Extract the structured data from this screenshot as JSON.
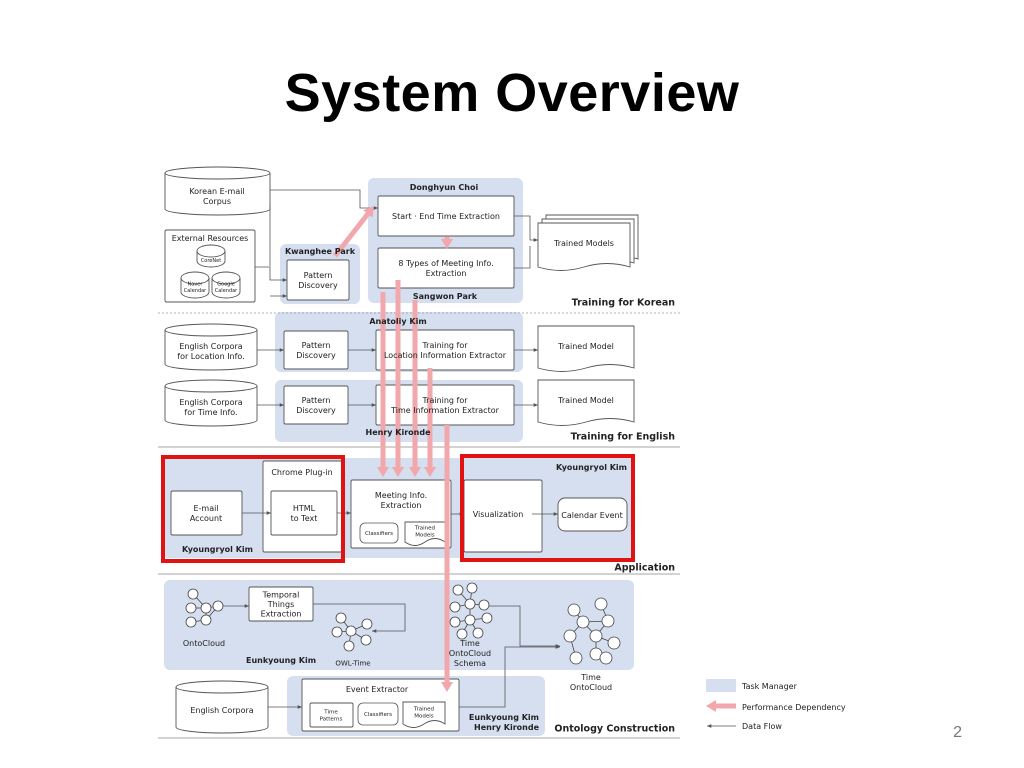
{
  "slide": {
    "title": "System Overview",
    "page_number": "2"
  },
  "colors": {
    "task_manager": "#d5dff0",
    "dependency_arrow": "#f1a7ab",
    "highlight": "#e11212",
    "box_stroke": "#555555",
    "flow_line": "#555555"
  },
  "sections": {
    "korean": "Training for Korean",
    "english": "Training for English",
    "application": "Application",
    "ontology": "Ontology Construction"
  },
  "people": {
    "donghyun": "Donghyun Choi",
    "kwanghee": "Kwanghee Park",
    "sangwon": "Sangwon Park",
    "anatoliy": "Anatoliy Kim",
    "henry": "Henry Kironde",
    "kyoungryol_left": "Kyoungryol Kim",
    "kyoungryol_right": "Kyoungryol Kim",
    "eunkyoung": "Eunkyoung Kim",
    "eunkyoung_bottom": "Eunkyoung Kim",
    "henry_bottom": "Henry Kironde"
  },
  "korean": {
    "corpus": [
      "Korean E-mail",
      "Corpus"
    ],
    "external": "External Resources",
    "corenet": "CoreNet",
    "naver": [
      "Naver",
      "Calendar"
    ],
    "google": [
      "Google",
      "Calendar"
    ],
    "pattern": [
      "Pattern",
      "Discovery"
    ],
    "start_end": "Start · End Time Extraction",
    "eight_types": [
      "8 Types of Meeting Info.",
      "Extraction"
    ],
    "trained_models": "Trained Models"
  },
  "english": {
    "corpus_location": [
      "English Corpora",
      "for Location Info."
    ],
    "corpus_time": [
      "English Corpora",
      "for Time Info."
    ],
    "pattern_1": [
      "Pattern",
      "Discovery"
    ],
    "pattern_2": [
      "Pattern",
      "Discovery"
    ],
    "training_location": [
      "Training for",
      "Location Information Extractor"
    ],
    "training_time": [
      "Training for",
      "Time Information Extractor"
    ],
    "trained_model_1": "Trained Model",
    "trained_model_2": "Trained Model"
  },
  "application": {
    "email_account": [
      "E-mail",
      "Account"
    ],
    "chrome_plugin": "Chrome Plug-in",
    "html_to_text": [
      "HTML",
      "to Text"
    ],
    "meeting_extraction": [
      "Meeting Info.",
      "Extraction"
    ],
    "classifiers": "Classifiers",
    "trained_models": [
      "Trained",
      "Models"
    ],
    "visualization": "Visualization",
    "calendar_event": "Calendar Event"
  },
  "ontology": {
    "ontocloud": "OntoCloud",
    "temporal": [
      "Temporal",
      "Things",
      "Extraction"
    ],
    "owl_time": "OWL-Time",
    "time_schema": [
      "Time",
      "OntoCloud",
      "Schema"
    ],
    "time_ontocloud": [
      "Time",
      "OntoCloud"
    ],
    "english_corpora": "English Corpora",
    "event_extractor": "Event Extractor",
    "time_patterns": [
      "Time",
      "Patterns"
    ],
    "classifiers": "Classifiers",
    "trained_models": [
      "Trained",
      "Models"
    ]
  },
  "legend": {
    "task_manager": "Task Manager",
    "performance_dependency": "Performance Dependency",
    "data_flow": "Data Flow"
  }
}
